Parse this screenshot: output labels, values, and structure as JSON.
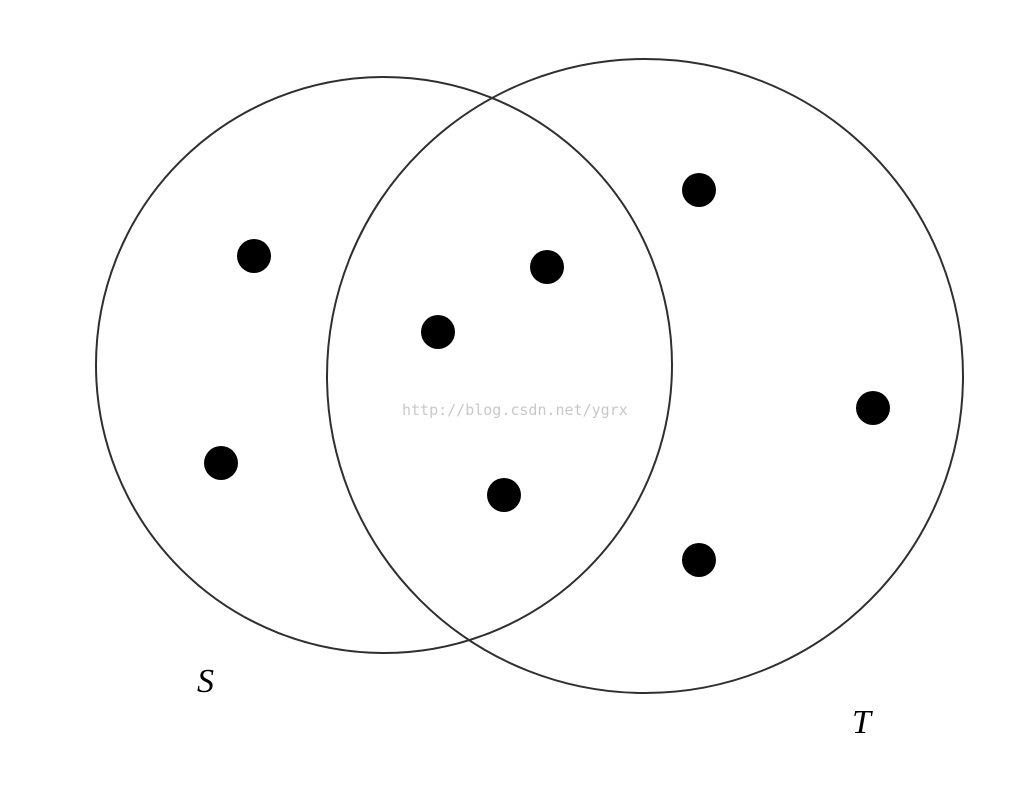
{
  "diagram": {
    "sets": [
      {
        "label": "S",
        "color": "#2f2f2f"
      },
      {
        "label": "T",
        "color": "#2f2f2f"
      }
    ],
    "point_counts": {
      "only_S": 2,
      "S_and_T": 3,
      "only_T": 3
    },
    "point_color": "#000000"
  },
  "watermark": {
    "text": "http://blog.csdn.net/ygrx"
  }
}
